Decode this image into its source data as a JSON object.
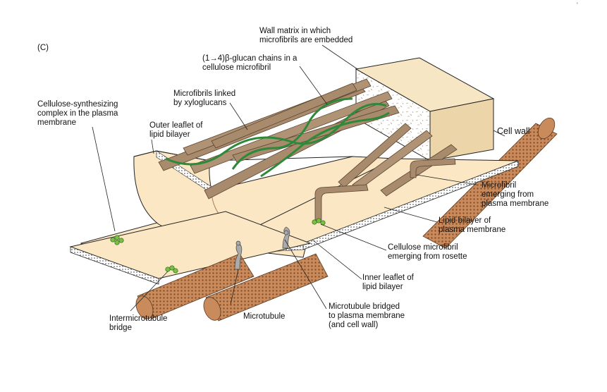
{
  "panel_label": "(C)",
  "corner_mark": "'",
  "labels": {
    "wall_matrix_1": "Wall matrix in which",
    "wall_matrix_2": "microfibrils are embedded",
    "glucan_1": "(1→4)β-glucan chains in a",
    "glucan_2": "cellulose microfibril",
    "linked_1": "Microfibrils linked",
    "linked_2": "by xyloglucans",
    "synth_1": "Cellulose-synthesizing",
    "synth_2": "complex in the plasma",
    "synth_3": "membrane",
    "outer_1": "Outer leaflet of",
    "outer_2": "lipid bilayer",
    "cellwall": "Cell wall",
    "emerging_1": "Microfibril",
    "emerging_2": "emerging from",
    "emerging_3": "plasma membrane",
    "bilayer_1": "Lipid bilayer of",
    "bilayer_2": "plasma membrane",
    "rosette_1": "Cellulose microfibril",
    "rosette_2": "emerging from rosette",
    "inner_1": "Inner leaflet of",
    "inner_2": "lipid bilayer",
    "bridged_1": "Microtubule bridged",
    "bridged_2": "to plasma membrane",
    "bridged_3": "(and cell wall)",
    "microtubule": "Microtubule",
    "inter_1": "Intermicrotubule",
    "inter_2": "bridge"
  },
  "colors": {
    "membrane_fill": "#fbe7c4",
    "membrane_edge": "#e9cfa2",
    "tubule": "#c98b5c",
    "tubule_dot": "#8a4f2a",
    "fibril": "#a88a6c",
    "xyloglucan": "#2e8a3a",
    "rosette": "#7cc043",
    "wall_top": "#f6e6c3",
    "wall_side": "#ecd6a9",
    "line": "#222222"
  }
}
